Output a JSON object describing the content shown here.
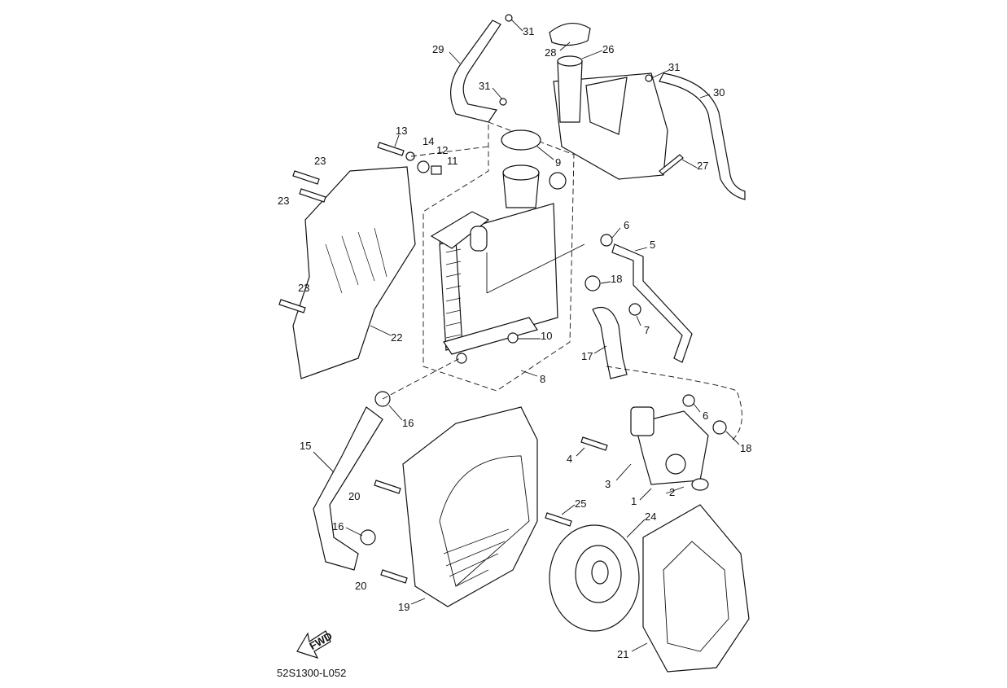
{
  "diagram": {
    "code": "52S1300-L052",
    "fwd_label": "FWD",
    "callouts": [
      "31",
      "29",
      "28",
      "26",
      "31",
      "31",
      "30",
      "13",
      "14",
      "12",
      "11",
      "9",
      "23",
      "23",
      "27",
      "6",
      "5",
      "18",
      "23",
      "7",
      "10",
      "22",
      "17",
      "8",
      "16",
      "6",
      "18",
      "15",
      "4",
      "3",
      "2",
      "1",
      "20",
      "25",
      "24",
      "16",
      "20",
      "19",
      "21"
    ]
  }
}
